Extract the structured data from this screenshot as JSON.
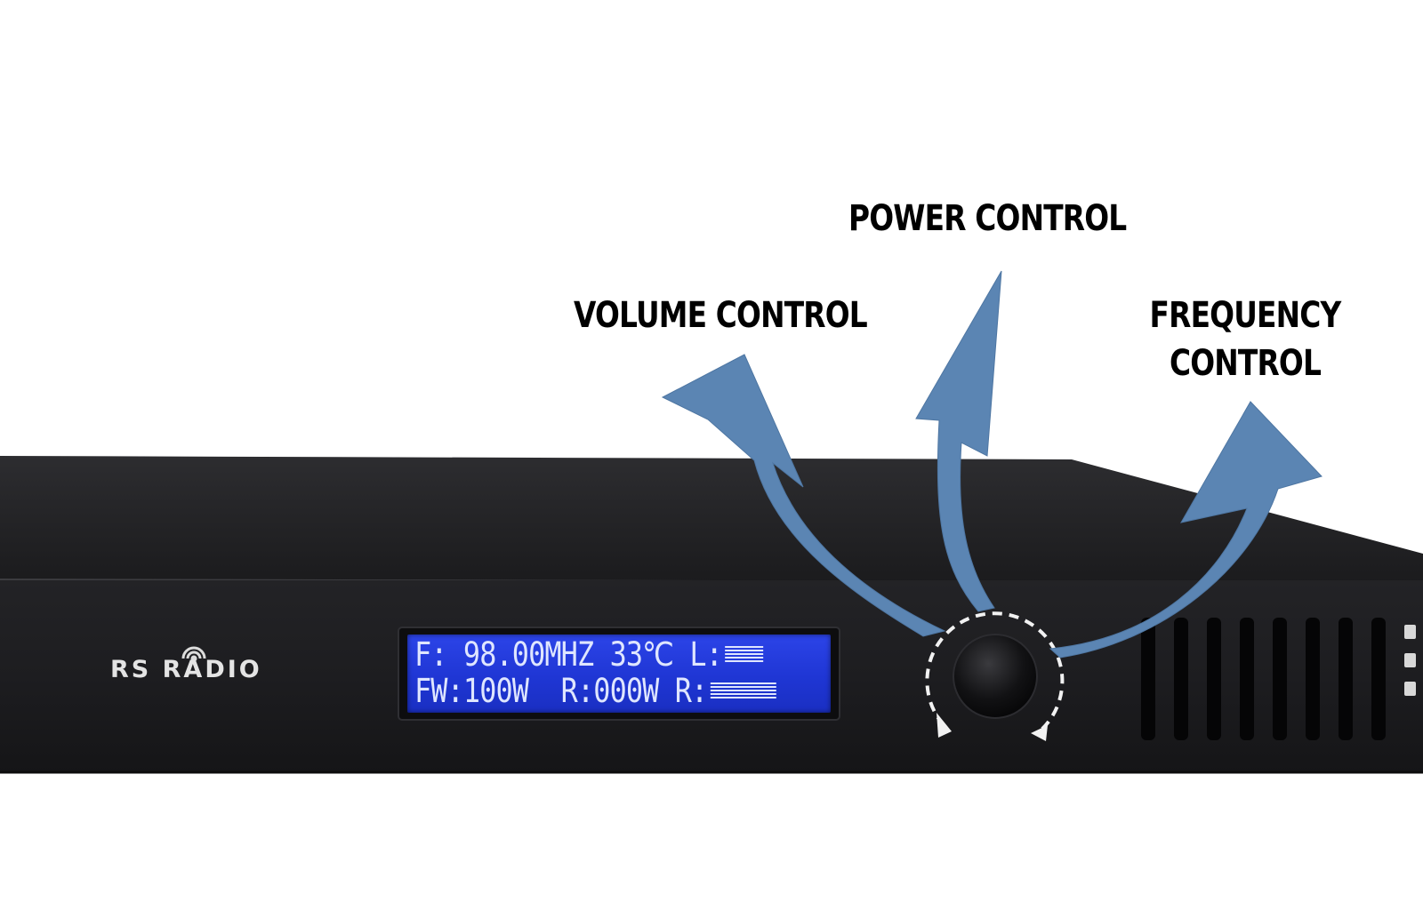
{
  "labels": {
    "power": "POWER CONTROL",
    "volume": "VOLUME CONTROL",
    "frequency_line1": "FREQUENCY",
    "frequency_line2": "CONTROL"
  },
  "brand": {
    "text": "RS RADIO"
  },
  "display": {
    "line1": "F: 98.00MHZ 33℃ L:",
    "line2": "FW:100W  R:000W R:"
  },
  "colors": {
    "arrow": "#5b85b3",
    "chassis": "#1c1c1e",
    "lcd_background": "#2236d8",
    "lcd_text": "#dfe6ff",
    "label_text": "#000000"
  }
}
